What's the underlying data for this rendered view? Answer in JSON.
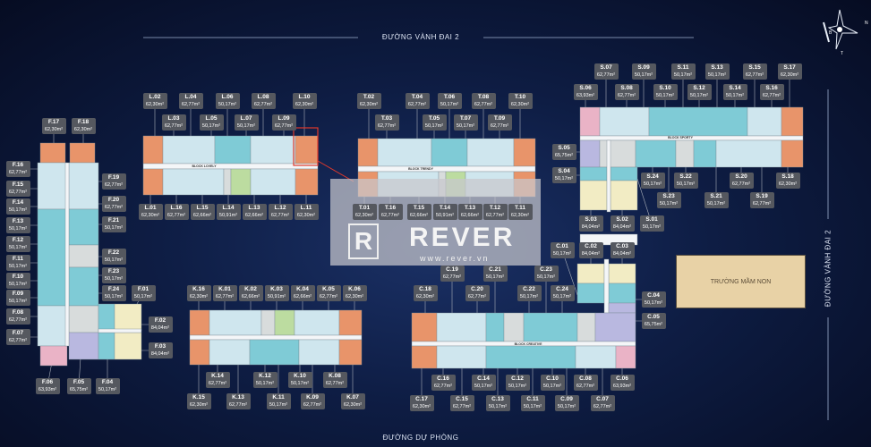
{
  "roads": {
    "top": "ĐƯỜNG VÀNH ĐAI 2",
    "right": "ĐƯỜNG VÀNH ĐAI 2",
    "bottom": "ĐƯỜNG DỰ PHÒNG"
  },
  "school": "TRƯỜNG MẦM NON",
  "compass": {
    "letters": [
      "B",
      "N",
      "T"
    ]
  },
  "watermark": {
    "logo": "REVER",
    "mark": "R",
    "url": "www.rever.vn"
  },
  "colors": {
    "unit_orange": "#e8946a",
    "unit_lightblue": "#cfe6ee",
    "unit_teal": "#7fcbd6",
    "unit_green": "#bcdca0",
    "unit_pink": "#eab3c6",
    "unit_lavender": "#b9b8e0",
    "unit_cream": "#f2ecc4",
    "label_bg": "#55585f",
    "highlight": "#e0392b"
  },
  "blocks": [
    {
      "name": "BLOCK LOVELY",
      "units": [
        [
          "L.02",
          "62,30m²"
        ],
        [
          "L.04",
          "62,77m²"
        ],
        [
          "L.06",
          "50,17m²"
        ],
        [
          "L.08",
          "62,77m²"
        ],
        [
          "L.10",
          "62,30m²"
        ],
        [
          "L.03",
          "62,77m²"
        ],
        [
          "L.05",
          "50,17m²"
        ],
        [
          "L.07",
          "50,17m²"
        ],
        [
          "L.09",
          "62,77m²"
        ],
        [
          "L.01",
          "62,30m²"
        ],
        [
          "L.16",
          "62,77m²"
        ],
        [
          "L.15",
          "62,66m²"
        ],
        [
          "L.14",
          "50,91m²"
        ],
        [
          "L.13",
          "62,66m²"
        ],
        [
          "L.12",
          "62,77m²"
        ],
        [
          "L.11",
          "62,30m²"
        ]
      ]
    },
    {
      "name": "BLOCK TRENDY",
      "units": [
        [
          "T.02",
          "62,30m²"
        ],
        [
          "T.04",
          "62,77m²"
        ],
        [
          "T.06",
          "50,17m²"
        ],
        [
          "T.08",
          "62,77m²"
        ],
        [
          "T.10",
          "62,30m²"
        ],
        [
          "T.03",
          "62,77m²"
        ],
        [
          "T.05",
          "50,17m²"
        ],
        [
          "T.07",
          "50,17m²"
        ],
        [
          "T.09",
          "62,77m²"
        ],
        [
          "T.01",
          "62,30m²"
        ],
        [
          "T.16",
          "62,77m²"
        ],
        [
          "T.15",
          "62,66m²"
        ],
        [
          "T.14",
          "50,91m²"
        ],
        [
          "T.13",
          "62,66m²"
        ],
        [
          "T.12",
          "62,77m²"
        ],
        [
          "T.11",
          "62,30m²"
        ]
      ]
    },
    {
      "name": "BLOCK SPORTY",
      "units": [
        [
          "S.07",
          "62,77m²"
        ],
        [
          "S.09",
          "50,17m²"
        ],
        [
          "S.11",
          "50,17m²"
        ],
        [
          "S.13",
          "50,17m²"
        ],
        [
          "S.15",
          "62,77m²"
        ],
        [
          "S.17",
          "62,30m²"
        ],
        [
          "S.06",
          "63,93m²"
        ],
        [
          "S.08",
          "62,77m²"
        ],
        [
          "S.10",
          "50,17m²"
        ],
        [
          "S.12",
          "50,17m²"
        ],
        [
          "S.14",
          "50,17m²"
        ],
        [
          "S.16",
          "62,77m²"
        ],
        [
          "S.24",
          "50,17m²"
        ],
        [
          "S.22",
          "50,17m²"
        ],
        [
          "S.20",
          "62,77m²"
        ],
        [
          "S.18",
          "62,30m²"
        ],
        [
          "S.23",
          "50,17m²"
        ],
        [
          "S.21",
          "50,17m²"
        ],
        [
          "S.19",
          "62,77m²"
        ],
        [
          "S.05",
          "65,75m²"
        ],
        [
          "S.04",
          "50,17m²"
        ],
        [
          "S.03",
          "84,04m²"
        ],
        [
          "S.02",
          "84,04m²"
        ],
        [
          "S.01",
          "50,17m²"
        ]
      ]
    },
    {
      "name": "",
      "units": [
        [
          "F.17",
          "62,30m²"
        ],
        [
          "F.18",
          "62,30m²"
        ],
        [
          "F.16",
          "62,77m²"
        ],
        [
          "F.15",
          "62,77m²"
        ],
        [
          "F.14",
          "50,17m²"
        ],
        [
          "F.13",
          "50,17m²"
        ],
        [
          "F.12",
          "50,17m²"
        ],
        [
          "F.11",
          "50,17m²"
        ],
        [
          "F.10",
          "50,17m²"
        ],
        [
          "F.09",
          "50,17m²"
        ],
        [
          "F.08",
          "62,77m²"
        ],
        [
          "F.07",
          "62,77m²"
        ],
        [
          "F.19",
          "62,77m²"
        ],
        [
          "F.20",
          "62,77m²"
        ],
        [
          "F.21",
          "50,17m²"
        ],
        [
          "F.22",
          "50,17m²"
        ],
        [
          "F.23",
          "50,17m²"
        ],
        [
          "F.24",
          "50,17m²"
        ],
        [
          "F.01",
          "50,17m²"
        ],
        [
          "F.02",
          "84,04m²"
        ],
        [
          "F.03",
          "84,04m²"
        ],
        [
          "F.06",
          "63,93m²"
        ],
        [
          "F.05",
          "65,75m²"
        ],
        [
          "F.04",
          "50,17m²"
        ]
      ]
    },
    {
      "name": "",
      "units": [
        [
          "K.16",
          "62,30m²"
        ],
        [
          "K.01",
          "62,77m²"
        ],
        [
          "K.02",
          "62,66m²"
        ],
        [
          "K.03",
          "50,91m²"
        ],
        [
          "K.04",
          "62,66m²"
        ],
        [
          "K.05",
          "62,77m²"
        ],
        [
          "K.06",
          "62,30m²"
        ],
        [
          "K.14",
          "62,77m²"
        ],
        [
          "K.12",
          "50,17m²"
        ],
        [
          "K.10",
          "50,17m²"
        ],
        [
          "K.08",
          "62,77m²"
        ],
        [
          "K.15",
          "62,30m²"
        ],
        [
          "K.13",
          "62,77m²"
        ],
        [
          "K.11",
          "50,17m²"
        ],
        [
          "K.09",
          "62,77m²"
        ],
        [
          "K.07",
          "62,30m²"
        ]
      ]
    },
    {
      "name": "BLOCK CREATIVE",
      "units": [
        [
          "C.19",
          "62,77m²"
        ],
        [
          "C.21",
          "50,17m²"
        ],
        [
          "C.23",
          "50,17m²"
        ],
        [
          "C.18",
          "62,30m²"
        ],
        [
          "C.20",
          "62,77m²"
        ],
        [
          "C.22",
          "50,17m²"
        ],
        [
          "C.24",
          "50,17m²"
        ],
        [
          "C.04",
          "50,17m²"
        ],
        [
          "C.05",
          "65,75m²"
        ],
        [
          "C.16",
          "62,77m²"
        ],
        [
          "C.14",
          "50,17m²"
        ],
        [
          "C.12",
          "50,17m²"
        ],
        [
          "C.10",
          "50,17m²"
        ],
        [
          "C.08",
          "62,77m²"
        ],
        [
          "C.06",
          "63,93m²"
        ],
        [
          "C.17",
          "62,30m²"
        ],
        [
          "C.15",
          "62,77m²"
        ],
        [
          "C.13",
          "50,17m²"
        ],
        [
          "C.11",
          "50,17m²"
        ],
        [
          "C.09",
          "50,17m²"
        ],
        [
          "C.07",
          "62,77m²"
        ],
        [
          "C.01",
          "50,17m²"
        ],
        [
          "C.02",
          "84,04m²"
        ],
        [
          "C.03",
          "84,04m²"
        ]
      ]
    }
  ]
}
